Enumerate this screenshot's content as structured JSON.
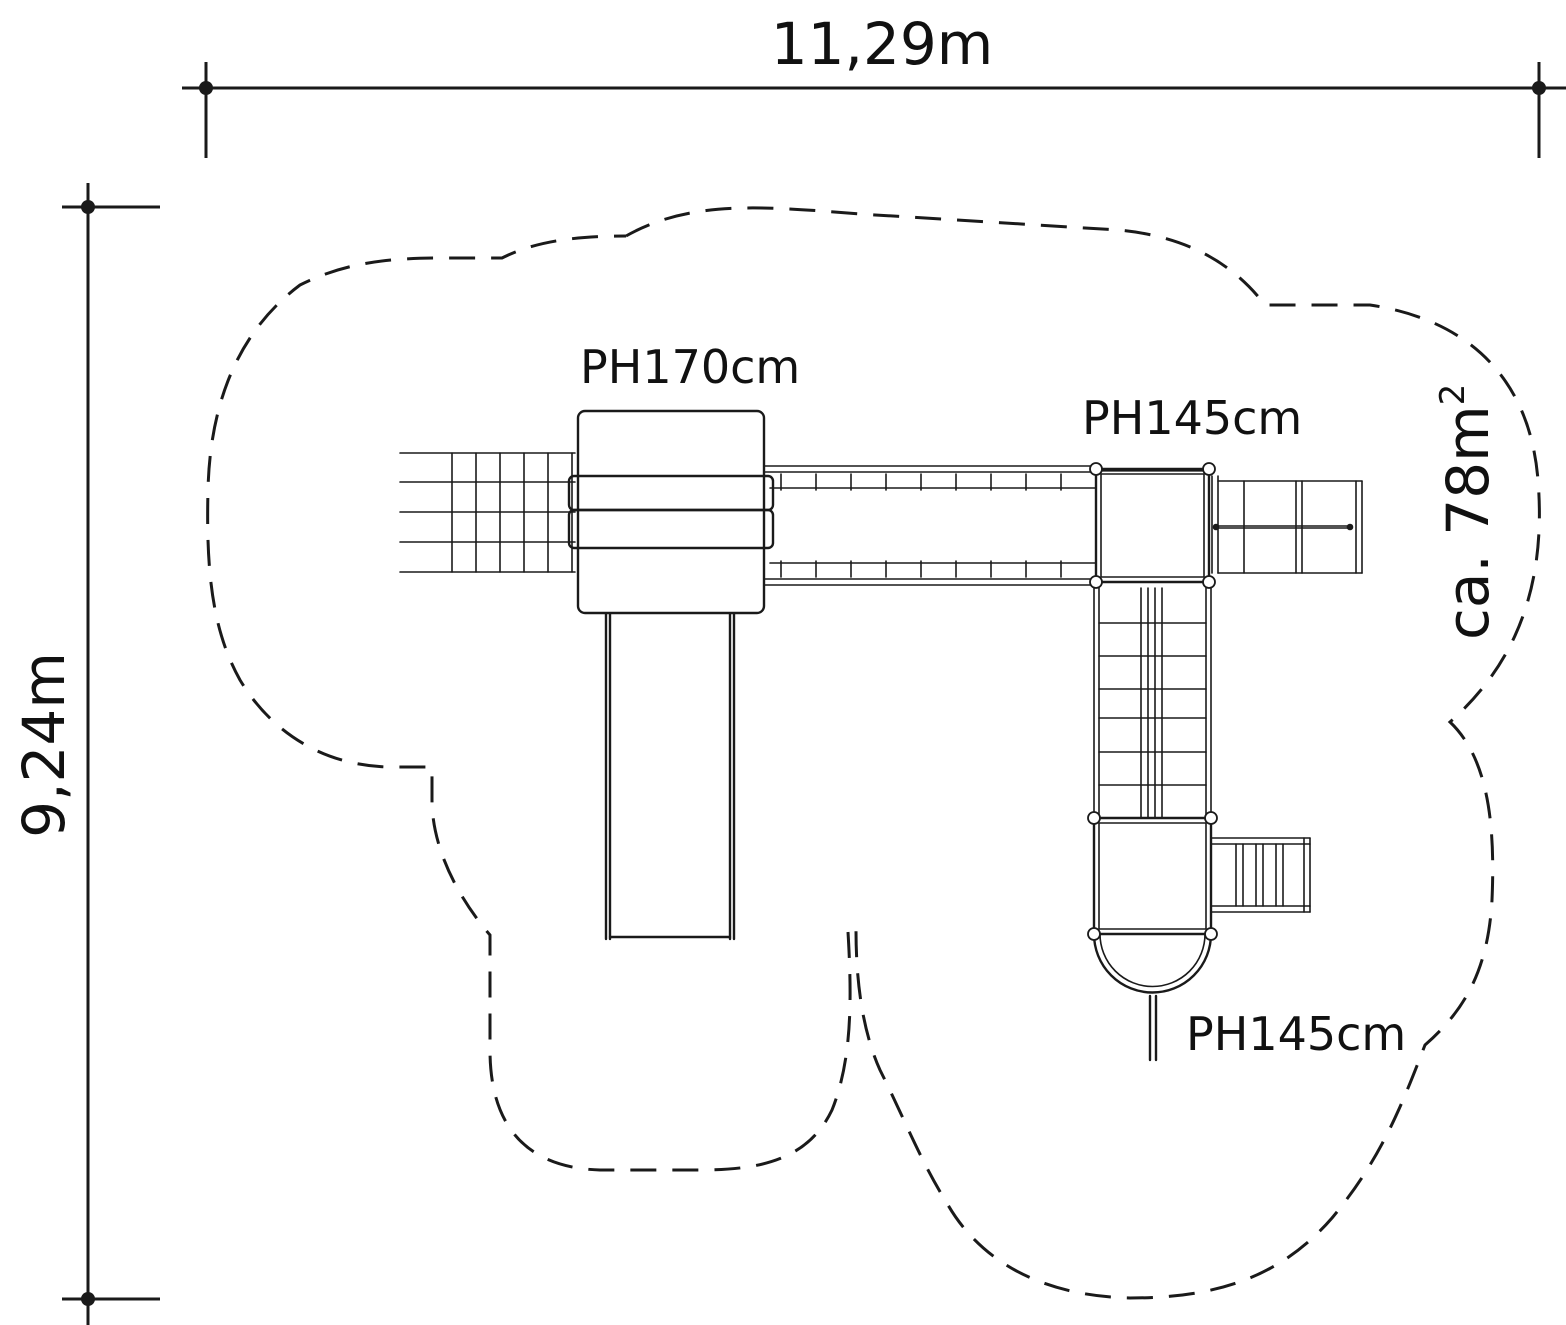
{
  "dimensions": {
    "width_label": "11,29m",
    "depth_label": "9,24m"
  },
  "area_label": {
    "prefix": "ca. 78m",
    "superscript": "2"
  },
  "platforms": [
    {
      "label": "PH170cm"
    },
    {
      "label": "PH145cm"
    },
    {
      "label": "PH145cm"
    }
  ],
  "colors": {
    "line": "#1a1a1a",
    "background": "#ffffff"
  }
}
